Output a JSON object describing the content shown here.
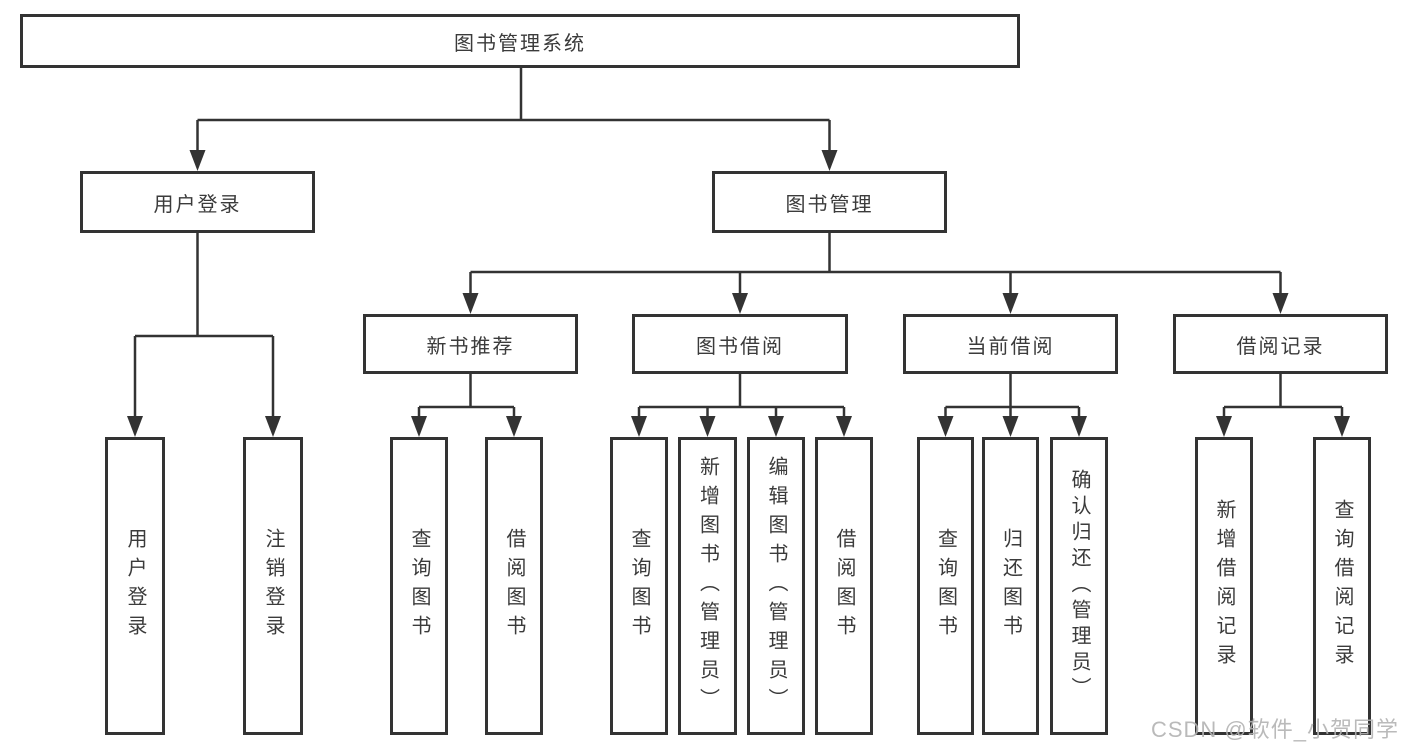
{
  "tree": {
    "label": "图书管理系统",
    "children": [
      {
        "label": "用户登录",
        "children": [
          {
            "label": "用户登录"
          },
          {
            "label": "注销登录"
          }
        ]
      },
      {
        "label": "图书管理",
        "children": [
          {
            "label": "新书推荐",
            "children": [
              {
                "label": "查询图书"
              },
              {
                "label": "借阅图书"
              }
            ]
          },
          {
            "label": "图书借阅",
            "children": [
              {
                "label": "查询图书"
              },
              {
                "label": "新增图书（管理员）"
              },
              {
                "label": "编辑图书（管理员）"
              },
              {
                "label": "借阅图书"
              }
            ]
          },
          {
            "label": "当前借阅",
            "children": [
              {
                "label": "查询图书"
              },
              {
                "label": "归还图书"
              },
              {
                "label": "确认归还（管理员）"
              }
            ]
          },
          {
            "label": "借阅记录",
            "children": [
              {
                "label": "新增借阅记录"
              },
              {
                "label": "查询借阅记录"
              }
            ]
          }
        ]
      }
    ]
  },
  "watermark": {
    "text": "CSDN @软件_小贺同学"
  },
  "colors": {
    "line": "#333333",
    "box_border": "#333333",
    "text": "#3b3b3b",
    "watermark": "#b3b3b3",
    "background": "#ffffff"
  }
}
